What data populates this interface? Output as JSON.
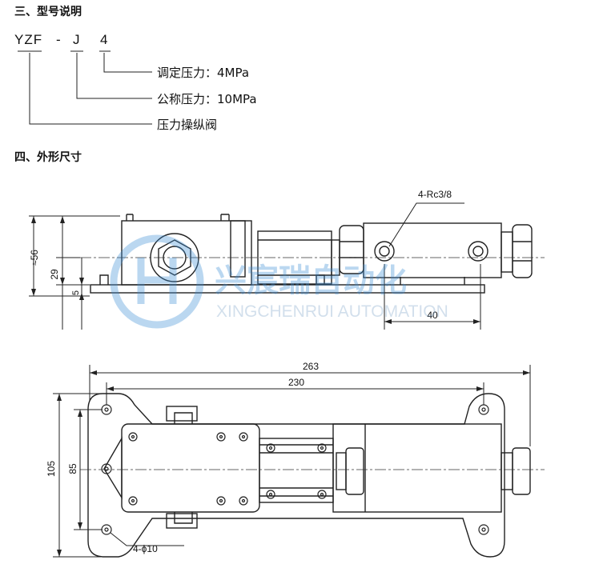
{
  "section3": {
    "title": "三、型号说明"
  },
  "model": {
    "code_a": "YZF",
    "dash": "-",
    "code_b": "J",
    "code_c": "4"
  },
  "model_desc": {
    "item1": "调定压力：4MPa",
    "item2": "公称压力：10MPa",
    "item3": "压力操纵阀"
  },
  "section4": {
    "title": "四、外形尺寸"
  },
  "side_view": {
    "port_label": "4-Rc3/8",
    "dim_height": "≈56",
    "dim_29": "29",
    "dim_5": "5",
    "dim_40": "40"
  },
  "top_view": {
    "dim_263": "263",
    "dim_230": "230",
    "dim_105": "105",
    "dim_85": "85",
    "hole_label": "4-ϕ10"
  },
  "watermark": {
    "cn": "兴宸瑞自动化",
    "en": "XINGCHENRUI AUTOMATION"
  }
}
